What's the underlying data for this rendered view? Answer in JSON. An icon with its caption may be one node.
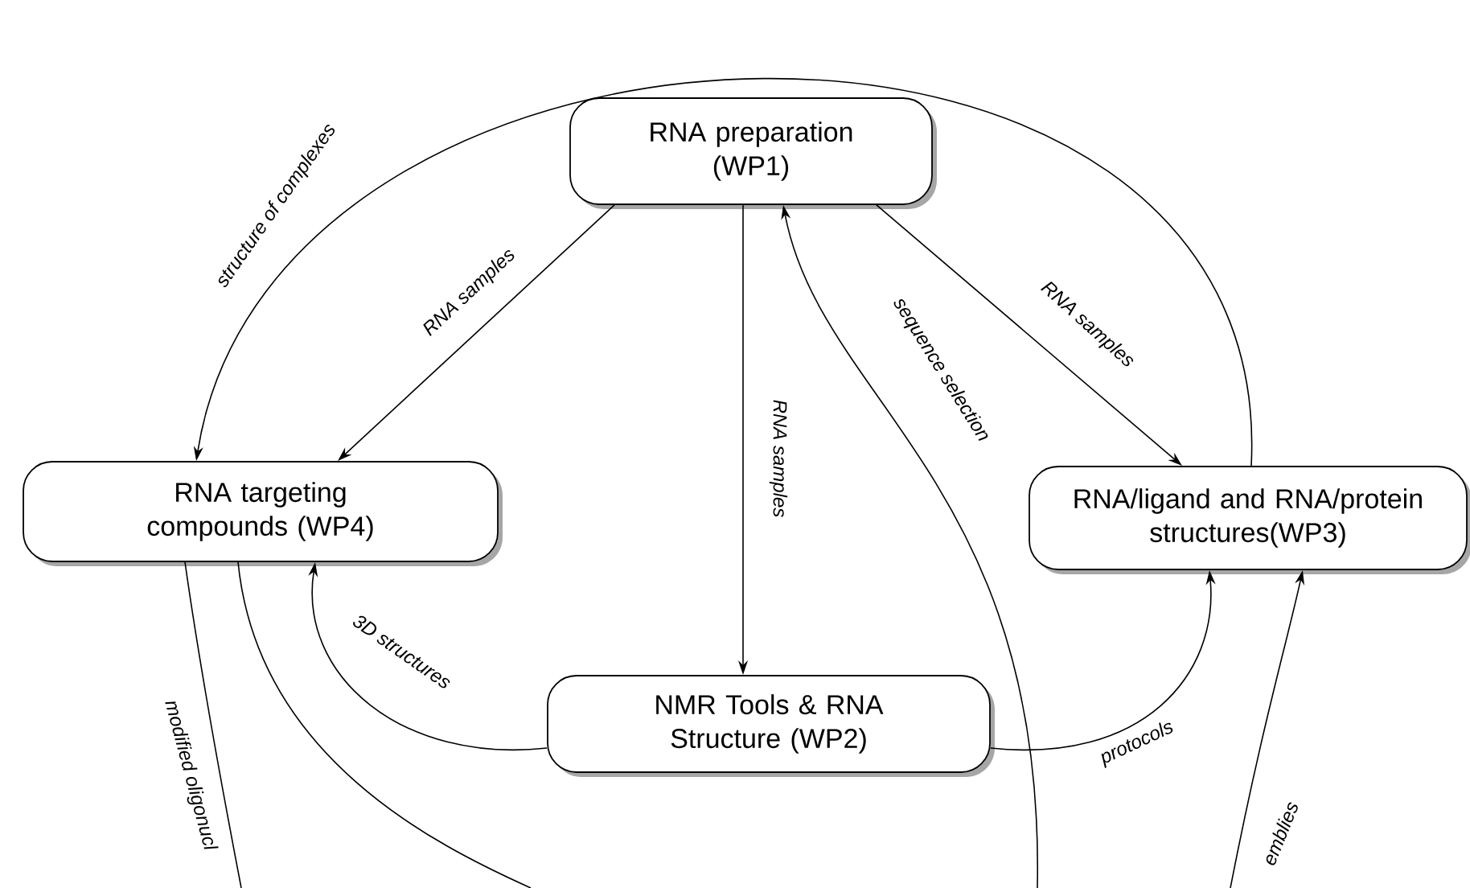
{
  "diagram": {
    "nodes": [
      {
        "text": [
          "RNA preparation (WP1)"
        ]
      },
      {
        "text": [
          "RNA targeting compounds (WP4)"
        ]
      },
      {
        "text": [
          "RNA/ligand and RNA/protein structures(WP3)"
        ]
      },
      {
        "text": [
          "NMR Tools & RNA Structure (WP2)"
        ]
      }
    ],
    "edges": [
      {
        "from": 0,
        "to": 1,
        "arrow": "to",
        "label": "RNA samples"
      },
      {
        "from": 0,
        "to": 3,
        "arrow": "to",
        "label": "RNA samples"
      },
      {
        "from": 0,
        "to": 2,
        "arrow": "to",
        "label": "RNA samples"
      },
      {
        "from": 2,
        "to": 1,
        "arrow": "to",
        "label": "structure of complexes"
      },
      {
        "from": 3,
        "to": 1,
        "arrow": "to",
        "label": "3D structures"
      },
      {
        "from": 3,
        "to": 2,
        "arrow": "to",
        "label": "protocols"
      },
      {
        "from": null,
        "to": 0,
        "arrow": "to",
        "label": "sequence selection"
      },
      {
        "from": 1,
        "to": null,
        "arrow": "none",
        "label": "modified oligonucl"
      },
      {
        "from": 1,
        "to": null,
        "arrow": "none"
      },
      {
        "from": null,
        "to": 2,
        "arrow": "to",
        "label": "emblies"
      }
    ]
  }
}
